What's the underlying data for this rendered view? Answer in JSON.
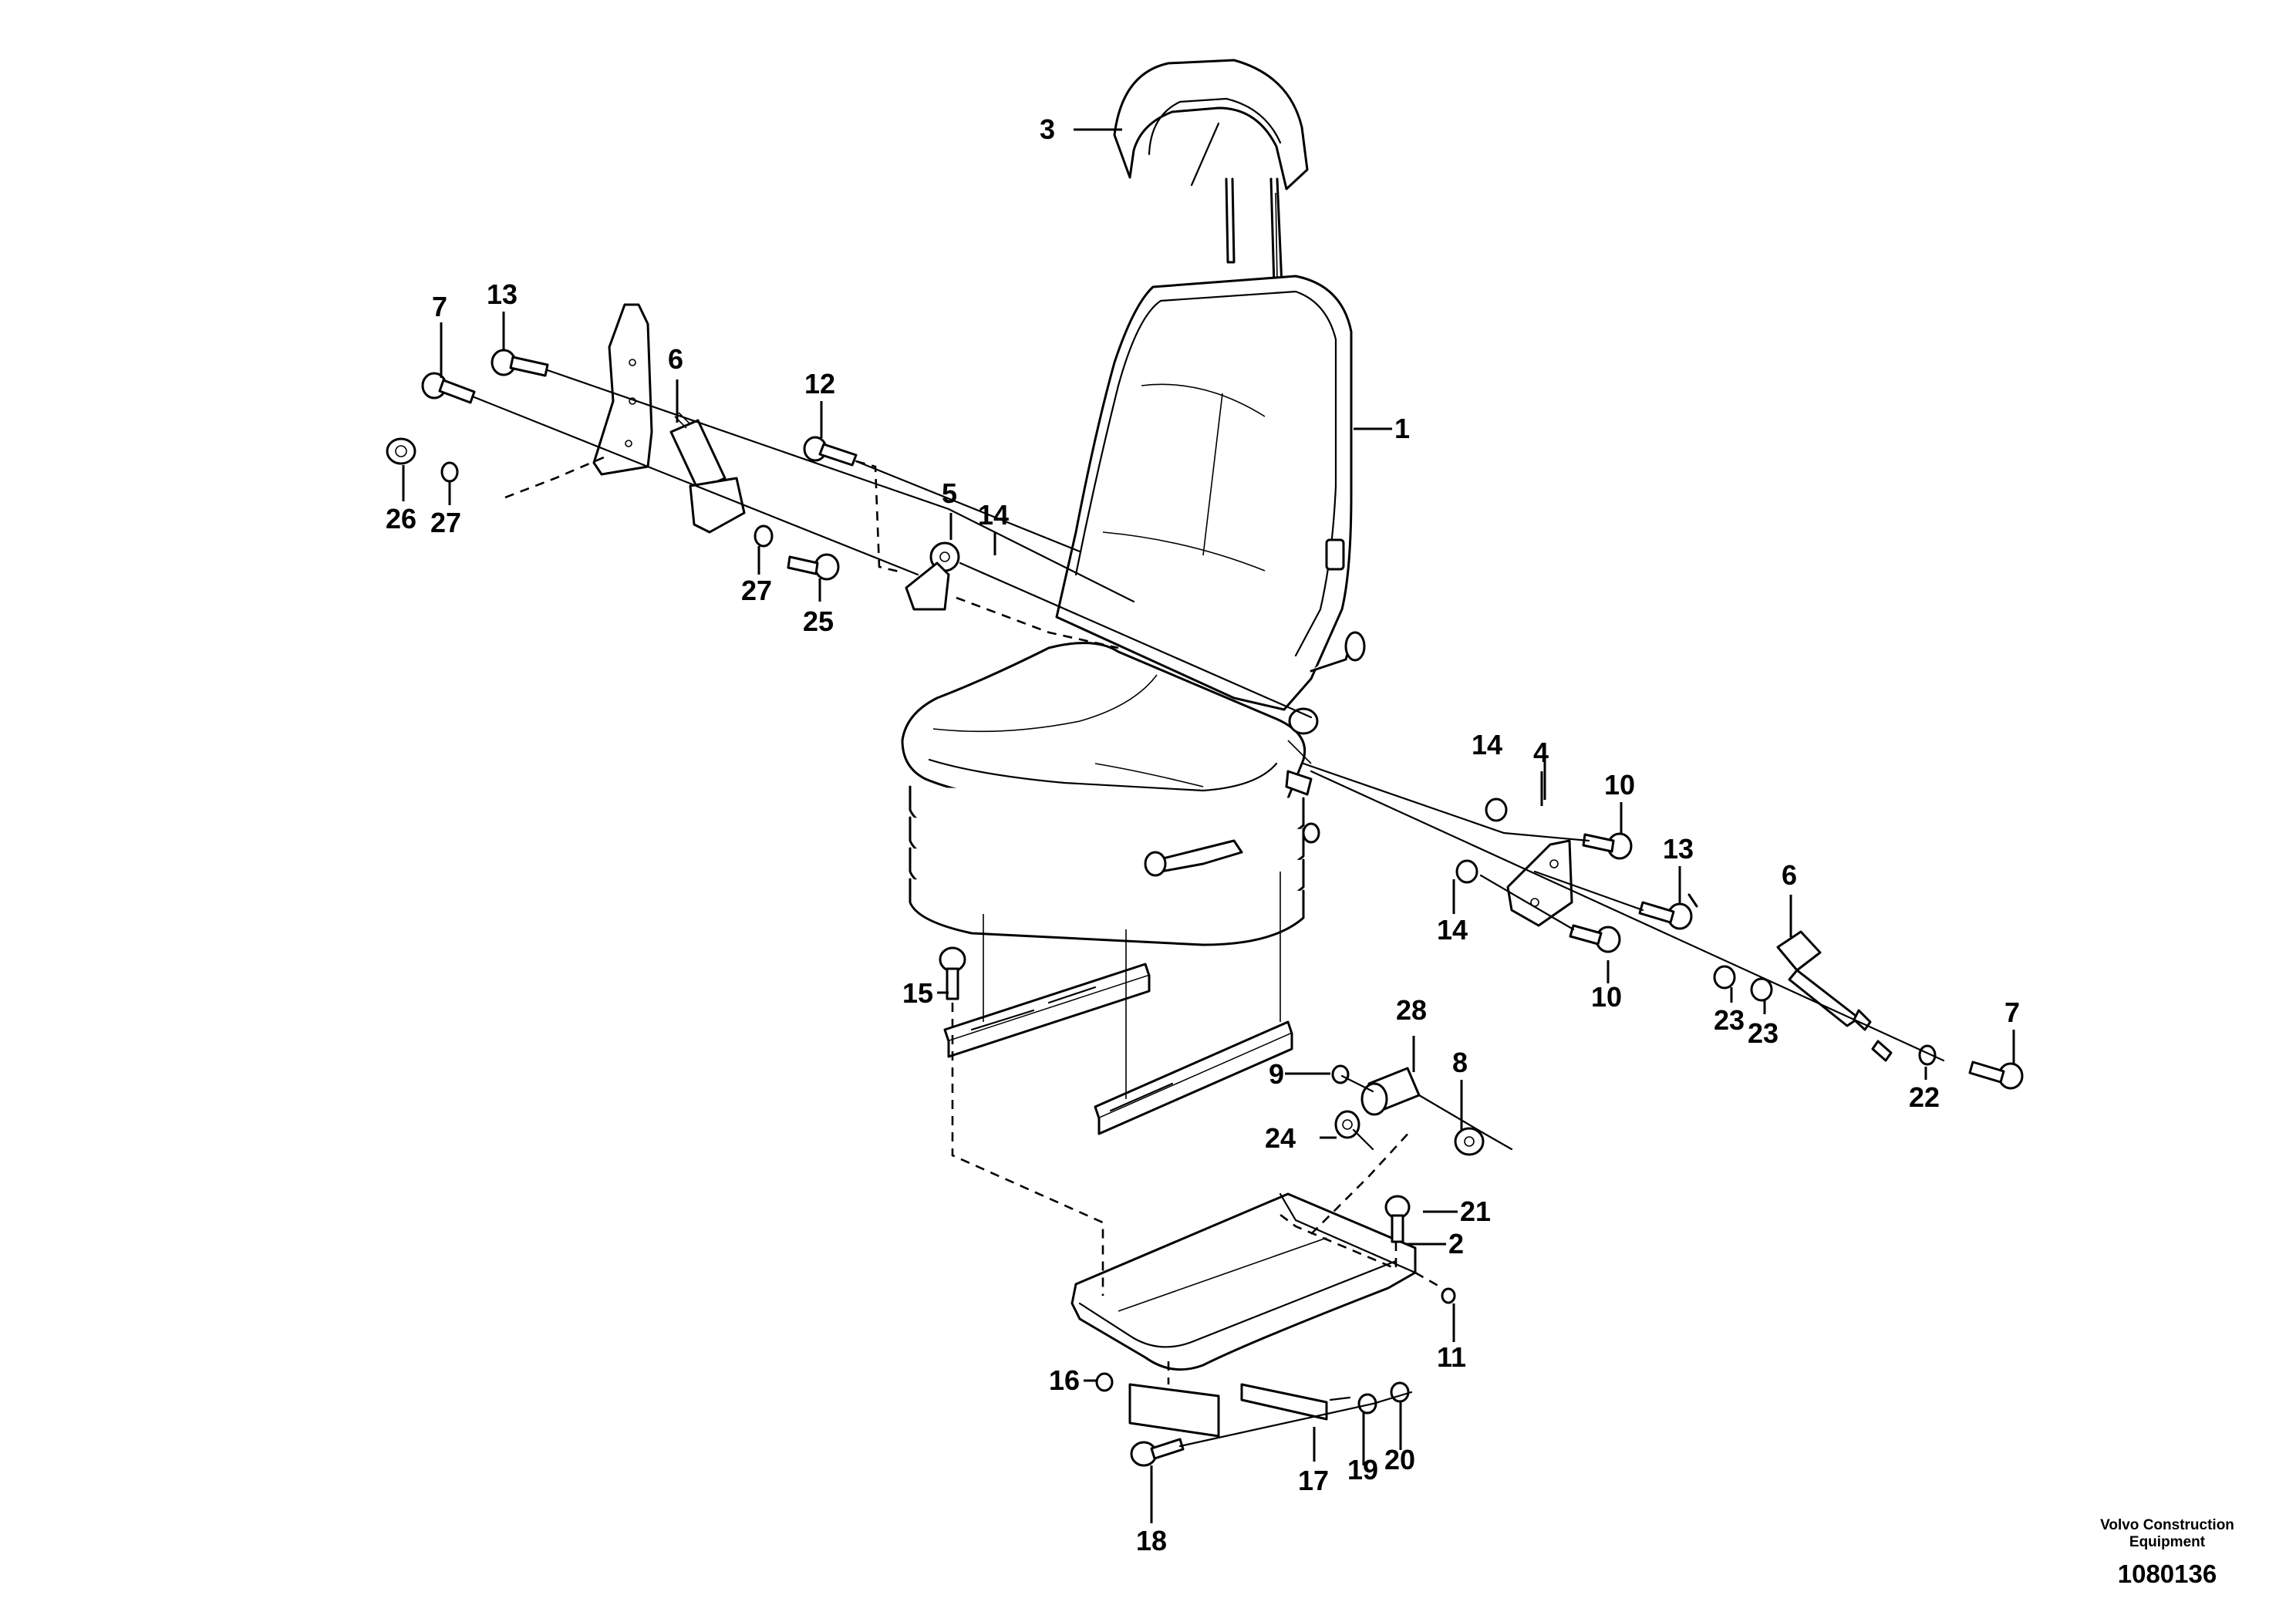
{
  "diagram": {
    "callouts": {
      "c1": "1",
      "c2": "2",
      "c3": "3",
      "c4": "4",
      "c5": "5",
      "c6_left": "6",
      "c6_right": "6",
      "c7_left": "7",
      "c7_right": "7",
      "c8": "8",
      "c9": "9",
      "c10_upper": "10",
      "c10_lower": "10",
      "c11": "11",
      "c12": "12",
      "c13_left": "13",
      "c13_right": "13",
      "c14_mid": "14",
      "c14_upper": "14",
      "c14_lower": "14",
      "c15": "15",
      "c16": "16",
      "c17": "17",
      "c18": "18",
      "c19": "19",
      "c20": "20",
      "c21": "21",
      "c22": "22",
      "c23_a": "23",
      "c23_b": "23",
      "c24": "24",
      "c25": "25",
      "c26": "26",
      "c27_upper": "27",
      "c27_lower": "27",
      "c28": "28"
    },
    "credit_line1": "Volvo Construction",
    "credit_line2": "Equipment",
    "reference_number": "1080136"
  }
}
